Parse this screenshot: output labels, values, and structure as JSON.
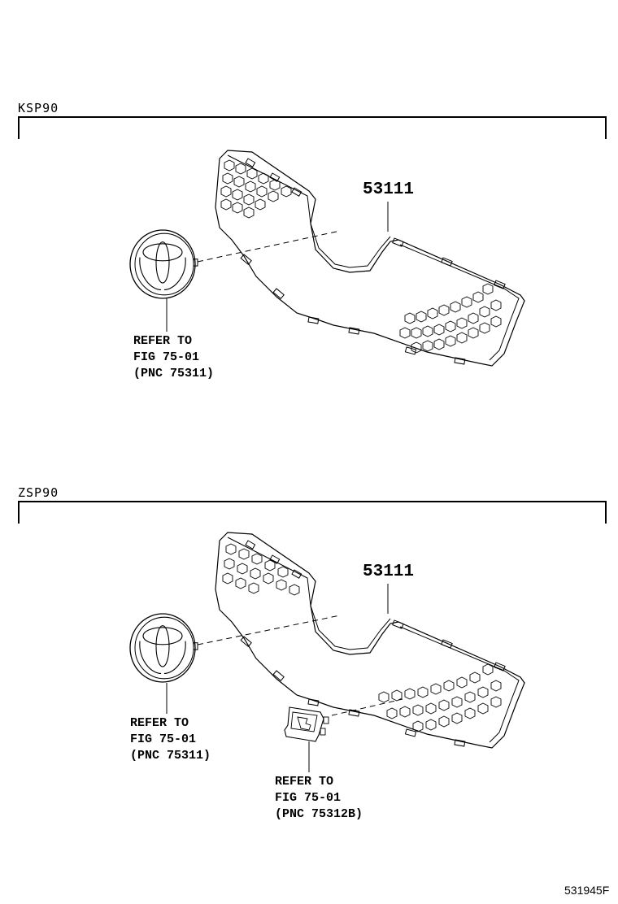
{
  "sections": [
    {
      "model": "KSP90",
      "part_number": "53111",
      "part_name_icon": "radiator-grille",
      "references": [
        {
          "icon": "toyota-emblem",
          "line1": "REFER TO",
          "line2": "FIG 75-01",
          "line3": "(PNC 75311)"
        }
      ]
    },
    {
      "model": "ZSP90",
      "part_number": "53111",
      "part_name_icon": "radiator-grille",
      "references": [
        {
          "icon": "toyota-emblem",
          "line1": "REFER TO",
          "line2": "FIG 75-01",
          "line3": "(PNC 75311)"
        },
        {
          "icon": "grille-bracket",
          "line1": "REFER TO",
          "line2": "FIG 75-01",
          "line3": "(PNC 75312B)"
        }
      ]
    }
  ],
  "figure_id": "531945F"
}
